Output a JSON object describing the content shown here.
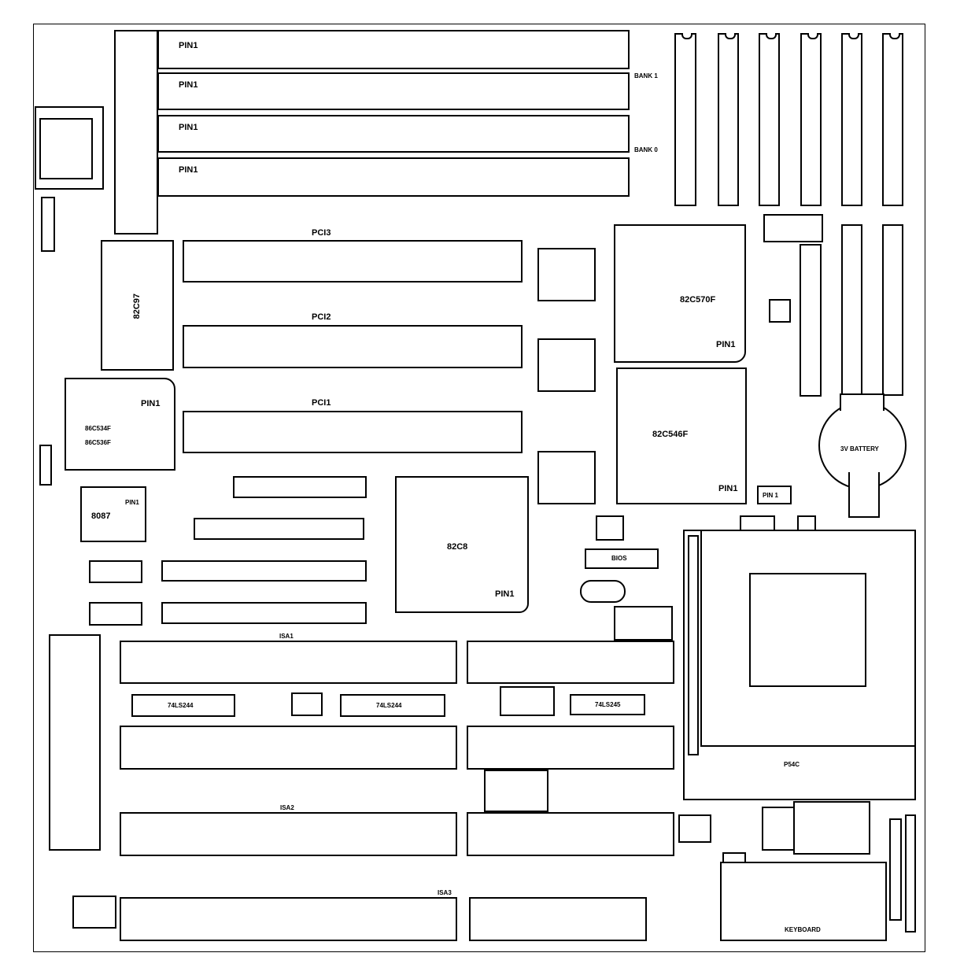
{
  "simm": {
    "pin1": "PIN1",
    "bank1": "BANK 1",
    "bank0": "BANK 0"
  },
  "pci": {
    "slot3": "PCI3",
    "slot2": "PCI2",
    "slot1": "PCI1"
  },
  "chips": {
    "chipset_top": "82C570F",
    "chipset_top_pin": "PIN1",
    "chipset_bottom": "82C546F",
    "chipset_bottom_pin": "PIN1",
    "left_vertical": "82C97",
    "io_chip_line1": "86C534F",
    "io_chip_line2": "86C536F",
    "io_chip_pin": "PIN1",
    "small_chip": "8087",
    "small_chip_pin": "PIN1",
    "central": "82C8",
    "central_pin": "PIN1",
    "buffer1": "74LS244",
    "buffer2": "74LS244",
    "buffer3": "74LS245",
    "bios": "BIOS",
    "cpu_socket": "P54C",
    "keyboard": "KEYBOARD",
    "battery": "3V BATTERY",
    "pin1_marker": "PIN 1"
  },
  "isa": {
    "label_top": "ISA1",
    "label_mid": "ISA2",
    "label_bottom": "ISA3"
  }
}
